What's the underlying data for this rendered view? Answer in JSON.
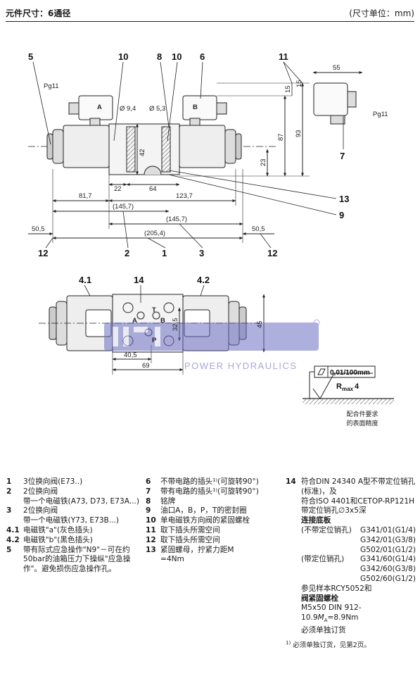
{
  "header": {
    "left": "元件尺寸：6通径",
    "right": "(尺寸单位：mm)"
  },
  "top_view": {
    "callouts": [
      "5",
      "10",
      "8",
      "10",
      "6",
      "11",
      "7",
      "13",
      "9",
      "12",
      "2",
      "1",
      "3",
      "12"
    ],
    "pg_left": "Pg11",
    "pg_right": "Pg11",
    "coil_a": "A",
    "coil_b": "B",
    "dia1": "Ø 9,4",
    "dia2": "Ø 5,3",
    "dims": {
      "d55": "55",
      "d15a": "15",
      "d15b": "15",
      "d87": "87",
      "d93": "93",
      "d42": "42",
      "d23": "23",
      "d22": "22",
      "d64": "64",
      "d81_7": "81,7",
      "d123_7": "123,7",
      "d145_7a": "(145,7)",
      "d145_7b": "(145,7)",
      "d205_4": "(205,4)",
      "d50_5a": "50,5",
      "d50_5b": "50,5"
    }
  },
  "bottom_view": {
    "callouts": [
      "4.1",
      "14",
      "4.2"
    ],
    "port_t": "T",
    "port_a": "A",
    "port_b": "B",
    "port_p": "P",
    "dims": {
      "d32_5": "32,5",
      "d45": "45",
      "d40_5": "40,5",
      "d69": "69"
    },
    "watermark_sub": "POWER HYDRAULICS"
  },
  "surface": {
    "flatness": "0,01/100mm",
    "roughness": "R",
    "roughness_sub": "max",
    "roughness_val": "4",
    "note_line1": "配合件要求",
    "note_line2": "的表面精度"
  },
  "legend_col1": [
    {
      "n": "1",
      "lines": [
        "3位换向阀(E73..)"
      ]
    },
    {
      "n": "2",
      "lines": [
        "2位换向阀",
        "带一个电磁铁(A73, D73, E73A...)"
      ]
    },
    {
      "n": "3",
      "lines": [
        "2位换向阀",
        "带一个电磁铁(Y73, E73B...)"
      ]
    },
    {
      "n": "4.1",
      "lines": [
        "电磁铁\"a\"(灰色插头)"
      ]
    },
    {
      "n": "4.2",
      "lines": [
        "电磁铁\"b\"(黑色插头)"
      ]
    },
    {
      "n": "5",
      "lines": [
        "带有际式应急操作\"N9\"－可在约",
        "50bar的油箱压力下操纵\"应急操",
        "作\"。避免损伤应急操作孔。"
      ]
    }
  ],
  "legend_col2": [
    {
      "n": "6",
      "lines": [
        "不带电路的插头¹⁾(可旋转90°)"
      ]
    },
    {
      "n": "7",
      "lines": [
        "带有电路的插头¹⁾(可旋转90°)"
      ]
    },
    {
      "n": "8",
      "lines": [
        "铭牌"
      ]
    },
    {
      "n": "9",
      "lines": [
        "油口A，B，P，T的密封圈"
      ]
    },
    {
      "n": "10",
      "lines": [
        "单电磁铁方向阀的紧固螺栓"
      ]
    },
    {
      "n": "11",
      "lines": [
        "取下插头所需空间"
      ]
    },
    {
      "n": "12",
      "lines": [
        "取下插头所需空间"
      ]
    },
    {
      "n": "13",
      "lines": [
        "紧固螺母，拧紧力距M",
        "=4Nm"
      ]
    }
  ],
  "legend_col3": {
    "n": "14",
    "l1": "符合DIN 24340 A型不带定位销孔",
    "l2": "(标准)，及",
    "l3": "符合ISO 4401和CETOP-RP121H",
    "l4": "带定位销孔∅3x5深",
    "l5": "连接底板",
    "g1_label": "(不带定位销孔)",
    "g1": [
      "G341/01(G1/4)",
      "G342/01(G3/8)",
      "G502/01(G1/2)"
    ],
    "g2_label": "(带定位销孔)",
    "g2": [
      "G341/60(G1/4)",
      "G342/60(G3/8)",
      "G502/60(G1/2)"
    ],
    "l6": "参见样本RCY5052和",
    "l7": "阀紧固螺栓",
    "l8a": "M5x50 DIN 912-10.9",
    "l8b": "M",
    "l8c": "A",
    "l8d": "=8.9Nm",
    "l9": "必须单独订货"
  },
  "footnote": {
    "mark": "1)",
    "text": "必须单独订货，见第2页。"
  }
}
